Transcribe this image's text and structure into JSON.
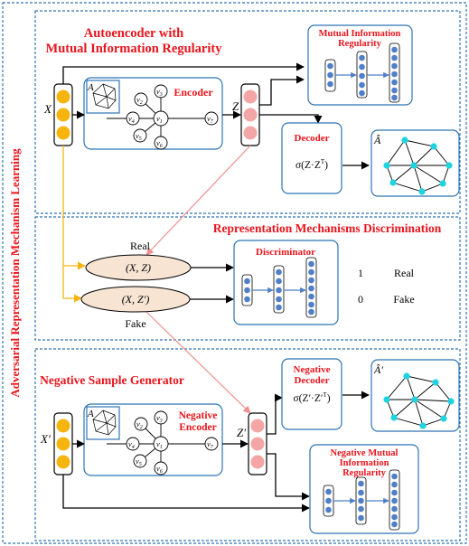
{
  "outer_label": "Adversarial Representation Mechanism Learning",
  "section1": {
    "title_line1": "Autoencoder with",
    "title_line2": "Mutual Information Regularity",
    "input_label": "X",
    "adj_label": "A",
    "encoder_label": "Encoder",
    "z_label": "Z",
    "mi_line1": "Mutual Information",
    "mi_line2": "Regularity",
    "decoder_label": "Decoder",
    "decoder_formula": "σ(Z·Z",
    "decoder_sup": "T",
    "decoder_close": ")",
    "ahat_label": "Â",
    "node_center": "v",
    "node_center_sub": "1",
    "node_n2": "v",
    "node_n2_sub": "2",
    "node_n3": "v",
    "node_n3_sub": "3",
    "node_n4": "v",
    "node_n4_sub": "4",
    "node_n5": "v",
    "node_n5_sub": "5",
    "node_n6": "v",
    "node_n6_sub": "6",
    "node_n7": "v",
    "node_n7_sub": "7"
  },
  "section2": {
    "title": "Representation Mechanisms Discrimination",
    "real_label": "Real",
    "fake_label": "Fake",
    "pair_real": "(X, Z)",
    "pair_fake": "(X, Z′)",
    "discriminator_label": "Discriminator",
    "out_one": "1",
    "out_zero": "0",
    "out_real": "Real",
    "out_fake": "Fake"
  },
  "section3": {
    "title": "Negative Sample Generator",
    "input_label": "X′",
    "adj_label": "A",
    "encoder_line1": "Negative",
    "encoder_line2": "Encoder",
    "z_label": "Z′",
    "decoder_line1": "Negative",
    "decoder_line2": "Decoder",
    "decoder_formula": "σ(Z′·Z′",
    "decoder_sup": "T",
    "decoder_close": ")",
    "ahat_label": "Â′",
    "mi_line1": "Negative Mutual",
    "mi_line2": "Information",
    "mi_line3": "Regularity"
  },
  "colors": {
    "border_blue": "#2e74b5",
    "title_red": "#e8141c",
    "yellow": "#f6b40e",
    "pink": "#f4a6a6",
    "pink_line": "#f08f8f",
    "node_cyan": "#1fd3e0",
    "nn_blue": "#4f7fc7",
    "ellipse_fill": "#f7e4d3"
  }
}
